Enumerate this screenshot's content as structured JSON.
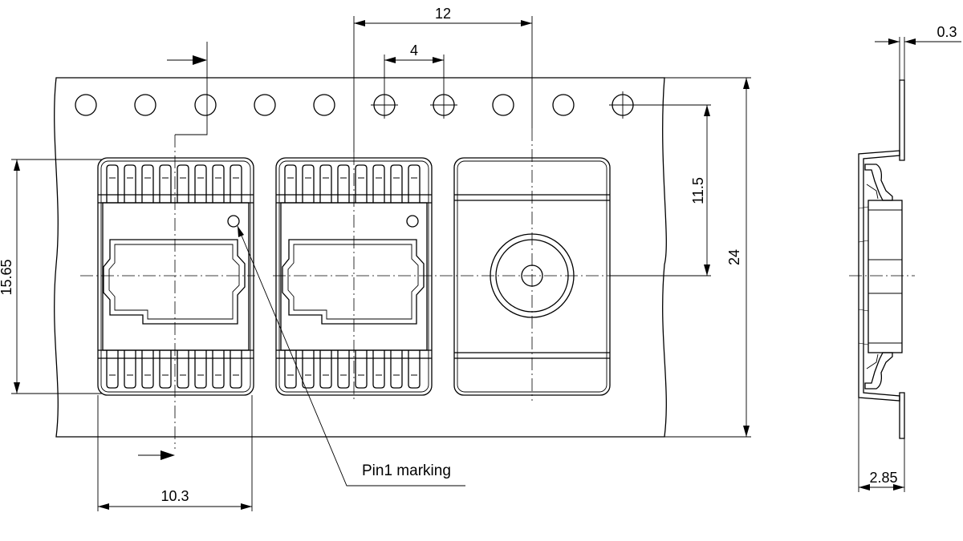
{
  "dimensions": {
    "pitch_12": "12",
    "hole_pitch_4": "4",
    "tape_width_24": "24",
    "center_11_5": "11.5",
    "pocket_15_65": "15.65",
    "pocket_10_3": "10.3",
    "thickness_0_3": "0.3",
    "depth_2_85": "2.85"
  },
  "callouts": {
    "pin1": "Pin1 marking"
  }
}
